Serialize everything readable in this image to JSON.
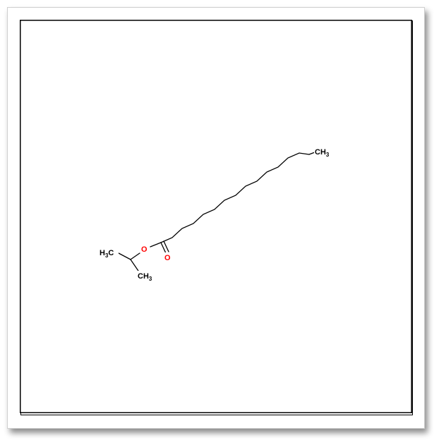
{
  "diagram": {
    "atoms": {
      "terminal_methyl": {
        "main": "CH",
        "sub": "3"
      },
      "isopropyl_methyl_left": {
        "main": "H",
        "sub": "3",
        "tail": "C"
      },
      "isopropyl_methyl_lower": {
        "main": "CH",
        "sub": "3"
      },
      "ester_oxygen": {
        "text": "O"
      },
      "carbonyl_oxygen": {
        "text": "O"
      }
    },
    "colors": {
      "bond": "#000000",
      "carbon_label": "#000000",
      "oxygen_label": "#ff0000",
      "frame": "#000000"
    }
  }
}
